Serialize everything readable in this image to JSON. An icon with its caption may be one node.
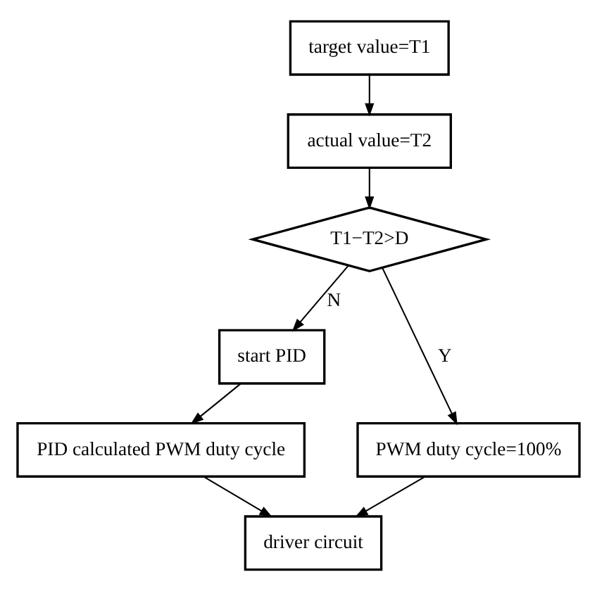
{
  "diagram": {
    "nodes": [
      {
        "text": [
          "target value=T1"
        ]
      },
      {
        "text": [
          "actual value=T2"
        ]
      },
      {
        "text": [
          "T1−T2>D"
        ]
      },
      {
        "text": [
          "start PID"
        ]
      },
      {
        "text": [
          "PWM duty cycle=100%"
        ]
      },
      {
        "text": [
          "PID calculated PWM duty cycle"
        ]
      },
      {
        "text": [
          "driver circuit"
        ]
      }
    ],
    "edges": [
      {
        "from": 0,
        "to": 1,
        "arrow": "to"
      },
      {
        "from": 1,
        "to": 2,
        "arrow": "to"
      },
      {
        "from": 2,
        "to": 4,
        "arrow": "to",
        "label": "Y"
      },
      {
        "from": 2,
        "to": 3,
        "arrow": "to",
        "label": "N"
      },
      {
        "from": 3,
        "to": 5,
        "arrow": "to"
      },
      {
        "from": 4,
        "to": 6,
        "arrow": "to"
      },
      {
        "from": 5,
        "to": 6,
        "arrow": "to"
      }
    ]
  }
}
